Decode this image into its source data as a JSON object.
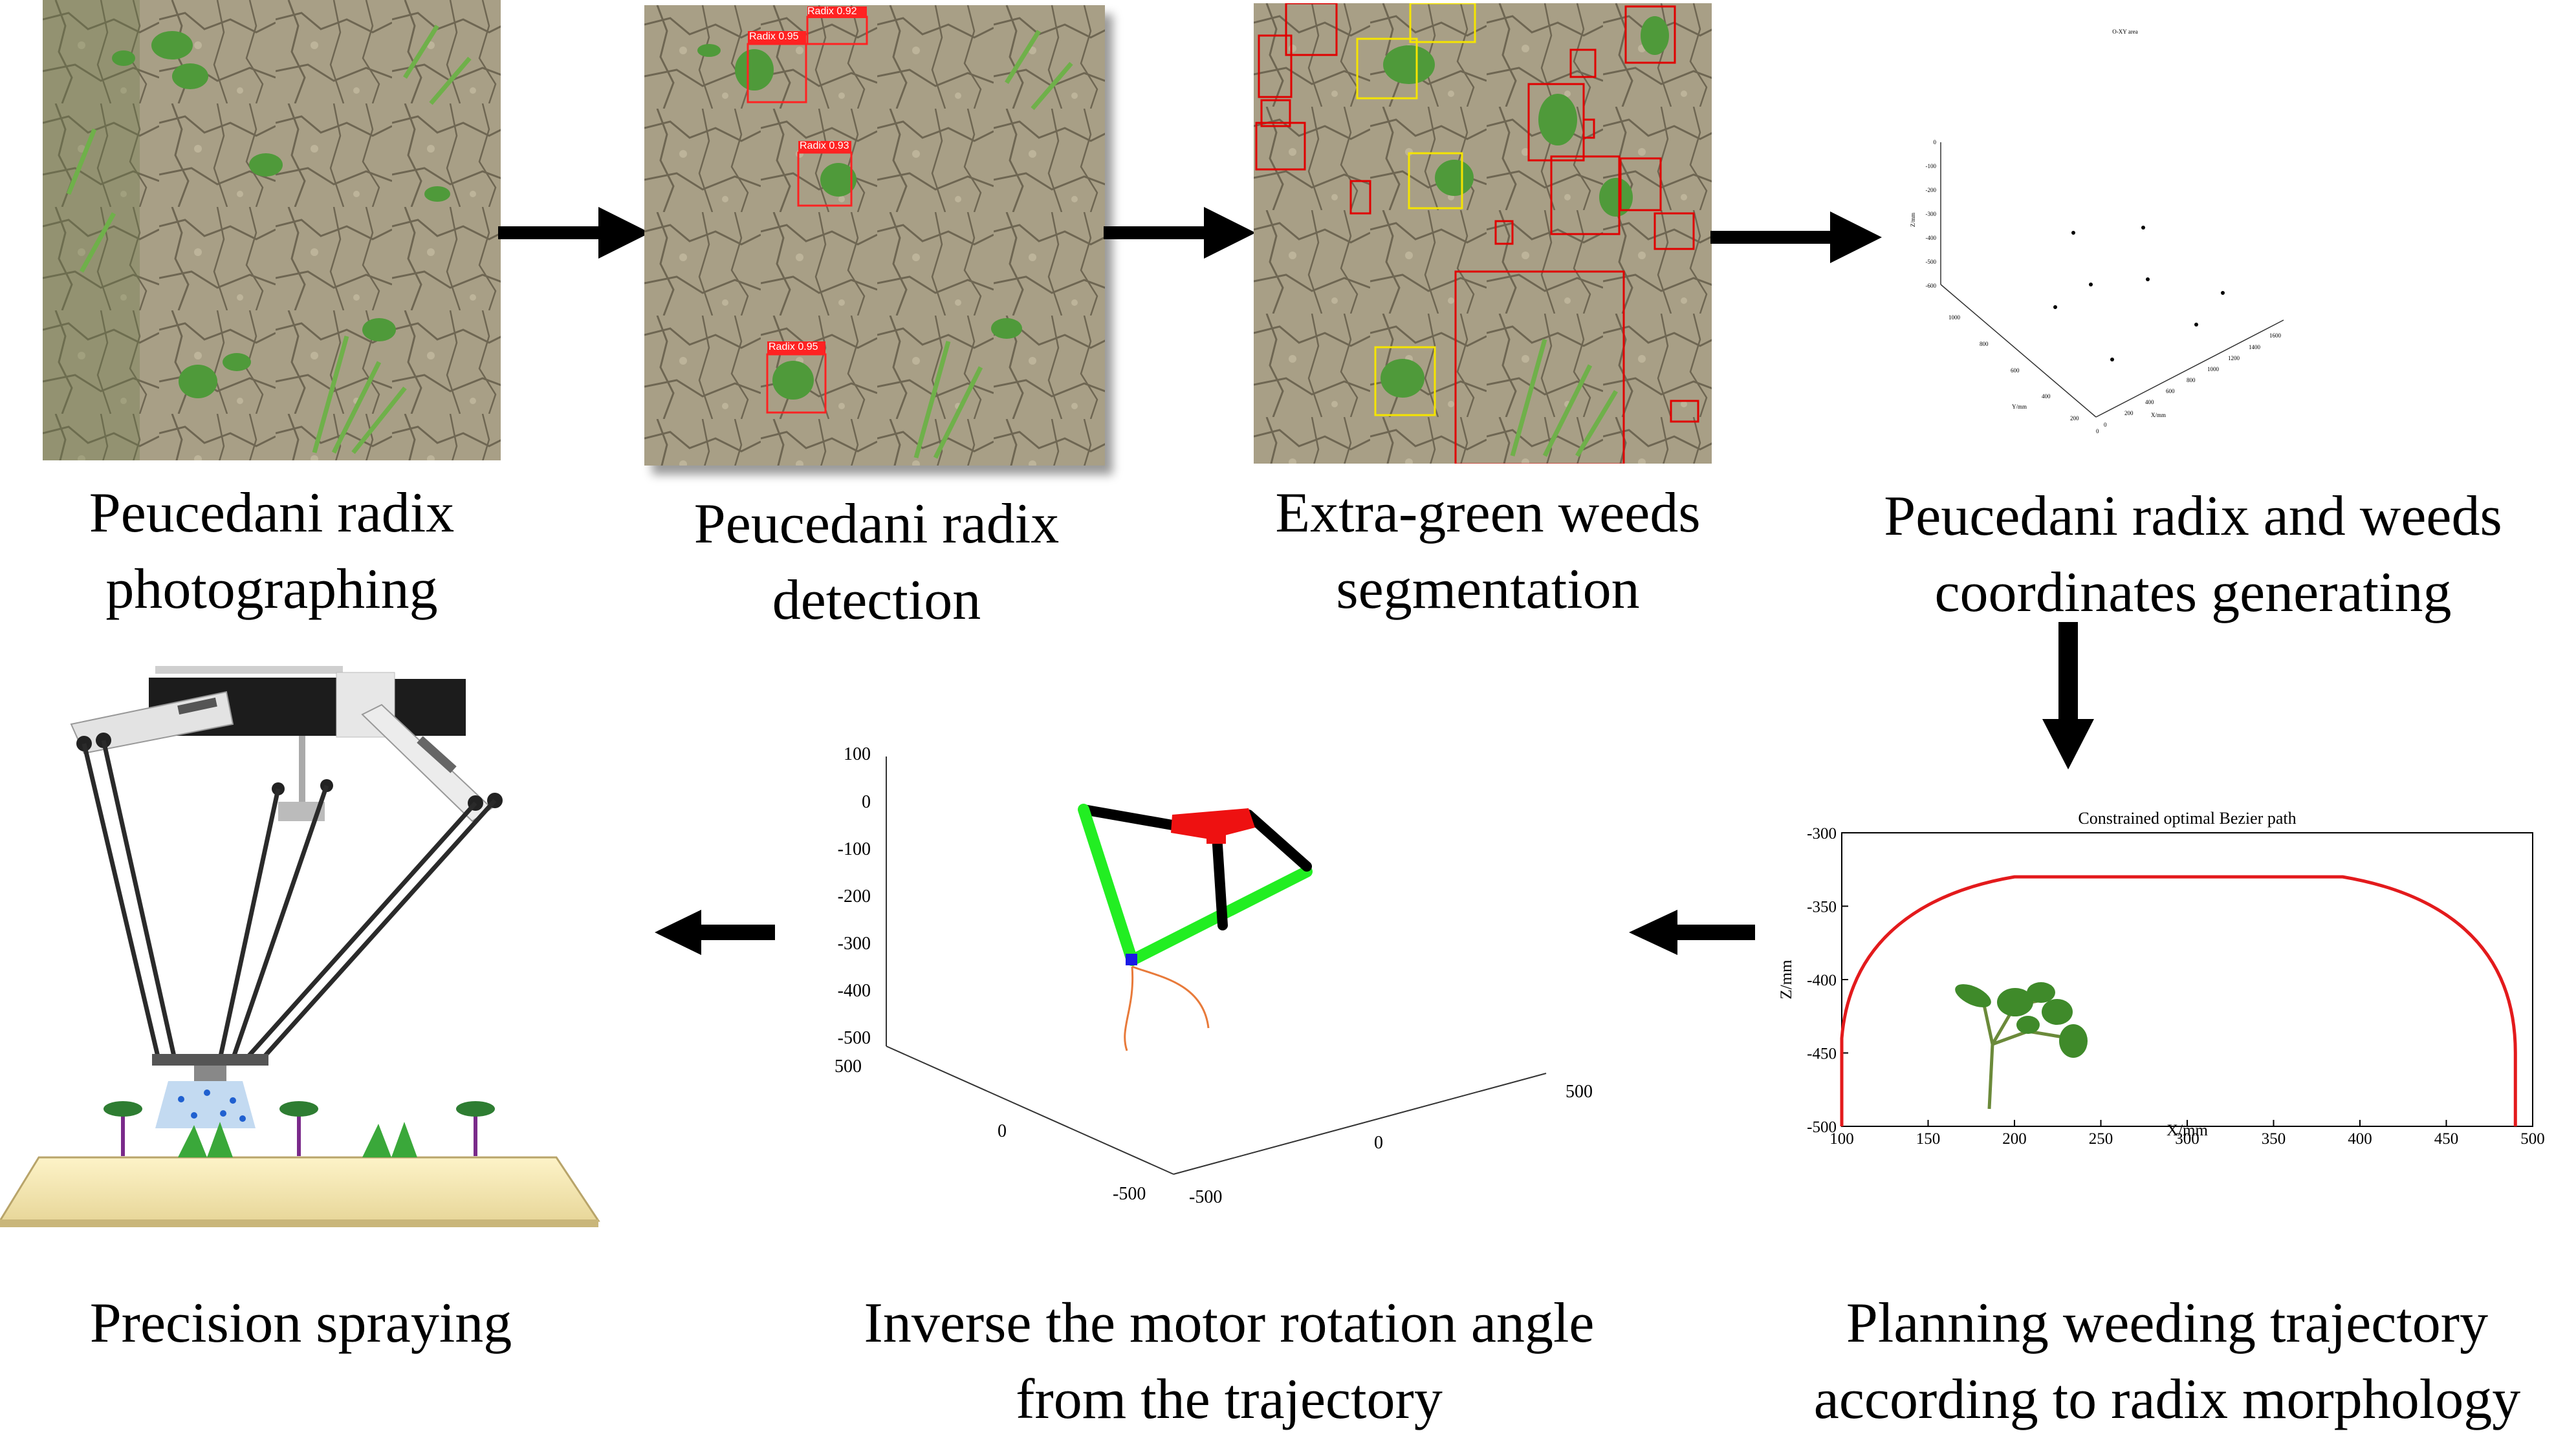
{
  "captions": {
    "photographing": [
      "Peucedani radix",
      "photographing"
    ],
    "detection": [
      "Peucedani radix",
      "detection"
    ],
    "segmentation": [
      "Extra-green weeds",
      "segmentation"
    ],
    "coordinates": [
      "Peucedani radix  and weeds",
      "coordinates generating"
    ],
    "spraying": [
      "Precision spraying"
    ],
    "inverse": [
      "Inverse the motor rotation angle",
      "from the trajectory"
    ],
    "planning": [
      "Planning weeding trajectory",
      "according to radix morphology"
    ]
  },
  "detection_labels": [
    "Radix  0.92",
    "Radix  0.95",
    "Radix  0.93",
    "Radix  0.95"
  ],
  "scatter3d": {
    "title": "O-XY area",
    "z_ticks": [
      "0",
      "-100",
      "-200",
      "-300",
      "-400",
      "-500",
      "-600"
    ],
    "x_ticks": [
      "1000",
      "800",
      "600",
      "400",
      "200",
      "0"
    ],
    "y_ticks": [
      "0",
      "200",
      "400",
      "600",
      "800",
      "1000",
      "1200",
      "1400",
      "1600"
    ],
    "x_label": "Y/mm",
    "y_label": "X/mm",
    "z_label": "Z/mm"
  },
  "robot3d": {
    "z_ticks": [
      "100",
      "0",
      "-100",
      "-200",
      "-300",
      "-400",
      "-500"
    ],
    "x_ticks": [
      "500",
      "0",
      "-500"
    ],
    "y_ticks": [
      "-500",
      "0",
      "500"
    ]
  },
  "bezier_chart": {
    "title": "Constrained optimal Bezier path",
    "xlabel": "X/mm",
    "ylabel": "Z/mm",
    "x_ticks": [
      "100",
      "150",
      "200",
      "250",
      "300",
      "350",
      "400",
      "450",
      "500"
    ],
    "y_ticks": [
      "-300",
      "-350",
      "-400",
      "-450",
      "-500"
    ],
    "xlim": [
      100,
      500
    ],
    "ylim": [
      -500,
      -300
    ],
    "path_color": "#e31a1c"
  },
  "colors": {
    "arrow": "#000000",
    "detect_box": "#ff2222",
    "weed_box_red": "#e00000",
    "weed_box_yellow": "#f5e400",
    "arm_green": "#22ee22",
    "arm_red": "#ee1111"
  }
}
